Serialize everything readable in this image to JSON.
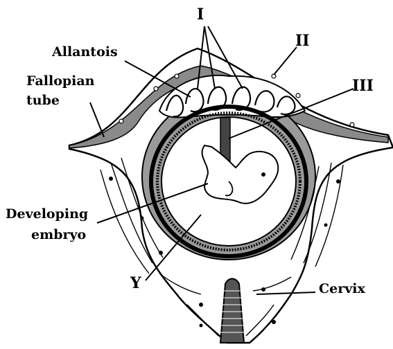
{
  "diagram": {
    "labels": {
      "i": "I",
      "ii": "II",
      "iii": "III",
      "allantois": "Allantois",
      "fallopian_tube_line1": "Fallopian",
      "fallopian_tube_line2": "tube",
      "developing_embryo_line1": "Developing",
      "developing_embryo_line2": "embryo",
      "y": "Y",
      "cervix": "Cervix"
    }
  }
}
